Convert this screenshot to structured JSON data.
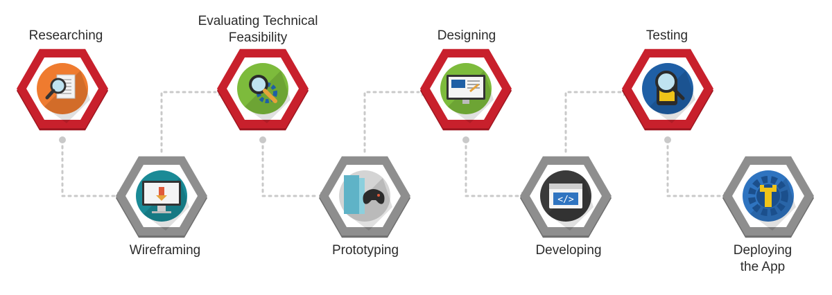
{
  "colors": {
    "red_hex": "#c8202c",
    "gray_hex": "#8e8e8e",
    "connector": "#c9c9c9",
    "label_text": "#2b2b2b"
  },
  "steps": [
    {
      "label": "Researching",
      "icon": "magnifier-document-icon",
      "style": "red",
      "circle": "#ef7b2f"
    },
    {
      "label": "Wireframing",
      "icon": "monitor-wireframe-icon",
      "style": "gray",
      "circle": "#1a8a96"
    },
    {
      "label": "Evaluating Technical Feasibility",
      "icon": "magnifier-gear-icon",
      "style": "red",
      "circle": "#7dbb3c"
    },
    {
      "label": "Prototyping",
      "icon": "gamepad-book-icon",
      "style": "gray",
      "circle": "#d4d4d4"
    },
    {
      "label": "Designing",
      "icon": "monitor-design-icon",
      "style": "red",
      "circle": "#7dbb3c"
    },
    {
      "label": "Developing",
      "icon": "code-window-icon",
      "style": "gray",
      "circle": "#3a3a3a"
    },
    {
      "label": "Testing",
      "icon": "magnifier-phone-icon",
      "style": "red",
      "circle": "#1f5fa5"
    },
    {
      "label": "Deploying the App",
      "icon": "gear-wrench-icon",
      "style": "gray",
      "circle": "#2f74c0"
    }
  ]
}
